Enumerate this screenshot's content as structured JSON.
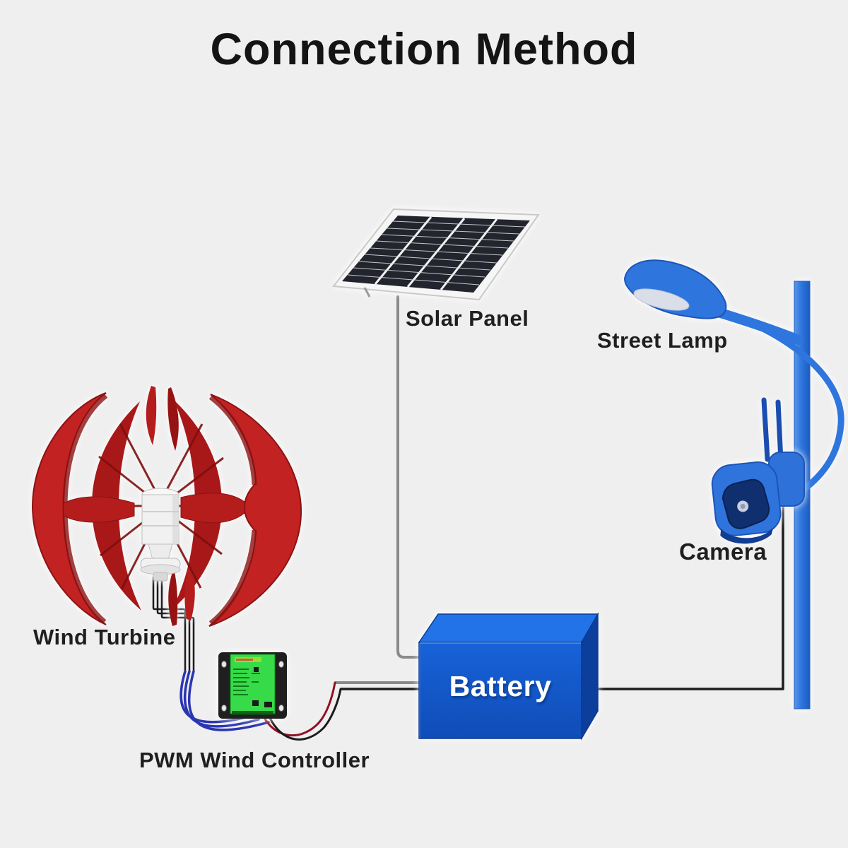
{
  "page": {
    "title": "Connection Method"
  },
  "labels": {
    "solar_panel": "Solar Panel",
    "street_lamp": "Street Lamp",
    "camera": "Camera",
    "wind_turbine": "Wind Turbine",
    "controller": "PWM Wind Controller",
    "battery": "Battery"
  },
  "connections": [
    {
      "from": "Solar Panel",
      "to": "Battery",
      "wire_color": "gray"
    },
    {
      "from": "Wind Turbine",
      "to": "PWM Wind Controller",
      "wire_color": "blue (3-phase)"
    },
    {
      "from": "PWM Wind Controller",
      "to": "Battery",
      "wire_color": "red / black"
    },
    {
      "from": "Battery",
      "to": "Street Lamp / Camera",
      "wire_color": "black"
    }
  ],
  "colors": {
    "background": "#f0efef",
    "label_text": "#1f1f1f",
    "lamp_blue": "#2e76dd",
    "battery_front": "#1158cb",
    "battery_top": "#2273e8",
    "battery_side": "#0c3e9c",
    "turbine_red": "#c32222",
    "controller_green": "#37db49",
    "wire_gray": "#8a8a8a",
    "wire_black": "#1c1c1c",
    "wire_blue": "#2a36b1",
    "wire_red": "#8f1226"
  }
}
